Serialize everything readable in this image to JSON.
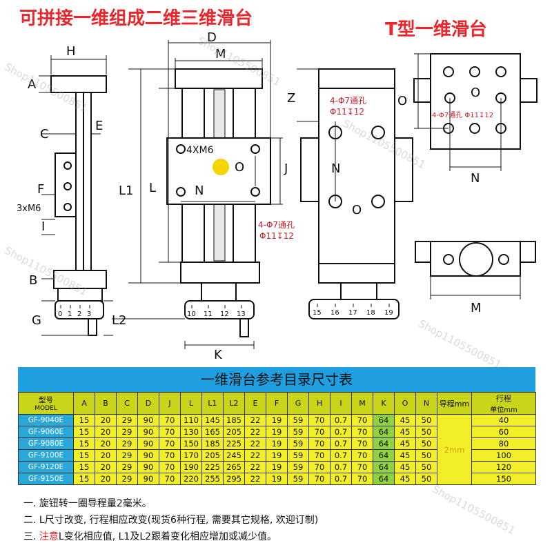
{
  "titles": {
    "main": "可拼接一维组成二维三维滑台",
    "t_type": "T型一维滑台"
  },
  "diagram_labels": {
    "H": "H",
    "A": "A",
    "C": "C",
    "E": "E",
    "F": "F",
    "M6": "3xM6",
    "I": "I",
    "B": "B",
    "G": "G",
    "D": "D",
    "M": "M",
    "X4M6": "4XM6",
    "O": "O",
    "J": "J",
    "L1": "L1",
    "L": "L",
    "N": "N",
    "L2": "L2",
    "K": "K",
    "Z": "Z",
    "hole1": "4-Φ7通孔",
    "hole2": "Φ11↧12",
    "t_hole": "4-Φ7通孔 Φ11↧12"
  },
  "dials": {
    "left": [
      "0",
      "1",
      "2",
      "3"
    ],
    "mid": [
      "10",
      "11",
      "12",
      "13"
    ],
    "right": [
      "15",
      "16",
      "17",
      "18",
      "19"
    ]
  },
  "table": {
    "title": "一维滑台参考目录尺寸表",
    "header_model_top": "型号",
    "header_model_bottom": "MODEL",
    "columns": [
      "A",
      "B",
      "C",
      "D",
      "J",
      "L",
      "L1",
      "L2",
      "E",
      "F",
      "G",
      "H",
      "I",
      "M",
      "K",
      "O",
      "N"
    ],
    "lead_header": "导程mm",
    "stroke_header_top": "行程",
    "stroke_header_bottom": "单位mm",
    "lead_value": "2mm",
    "rows": [
      {
        "model": "GF-9040E",
        "values": [
          "15",
          "20",
          "29",
          "90",
          "70",
          "110",
          "145",
          "185",
          "22",
          "19",
          "59",
          "70",
          "0.7",
          "70",
          "64",
          "45",
          "50"
        ],
        "stroke": "40"
      },
      {
        "model": "GF-9060E",
        "values": [
          "15",
          "20",
          "29",
          "90",
          "70",
          "130",
          "165",
          "205",
          "22",
          "19",
          "59",
          "70",
          "0.7",
          "70",
          "64",
          "45",
          "50"
        ],
        "stroke": "60"
      },
      {
        "model": "GF-9080E",
        "values": [
          "15",
          "20",
          "29",
          "90",
          "70",
          "150",
          "185",
          "225",
          "22",
          "19",
          "59",
          "70",
          "0.7",
          "70",
          "64",
          "45",
          "50"
        ],
        "stroke": "80"
      },
      {
        "model": "GF-9100E",
        "values": [
          "15",
          "20",
          "29",
          "90",
          "70",
          "170",
          "205",
          "245",
          "22",
          "19",
          "59",
          "70",
          "0.7",
          "70",
          "64",
          "45",
          "50"
        ],
        "stroke": "100"
      },
      {
        "model": "GF-9120E",
        "values": [
          "15",
          "20",
          "29",
          "90",
          "70",
          "190",
          "225",
          "265",
          "22",
          "19",
          "59",
          "70",
          "0.7",
          "70",
          "64",
          "45",
          "50"
        ],
        "stroke": "120"
      },
      {
        "model": "GF-9150E",
        "values": [
          "15",
          "20",
          "29",
          "90",
          "70",
          "220",
          "255",
          "295",
          "22",
          "19",
          "59",
          "70",
          "0.7",
          "70",
          "64",
          "45",
          "50"
        ],
        "stroke": "150"
      }
    ]
  },
  "notes": {
    "n1": "一. 旋钮转一圈导程量2毫米。",
    "n2": "二. L尺寸改变, 行程相应改变(现货6种行程, 需要其它规格, 欢迎订制)",
    "n3_prefix": "三. ",
    "n3_red": "注意",
    "n3_rest": "L变化相应值, L1及L2跟着变化相应增加或减少值。"
  },
  "watermark": "Shop1105500851",
  "colors": {
    "title_red": "#e8262c",
    "table_blue": "#1f9ee0",
    "header_yellow_green": "#c8d51a",
    "cell_yellow": "#f2ee27",
    "model_blue": "#2aa8d8",
    "k_green": "#8fd13f"
  }
}
